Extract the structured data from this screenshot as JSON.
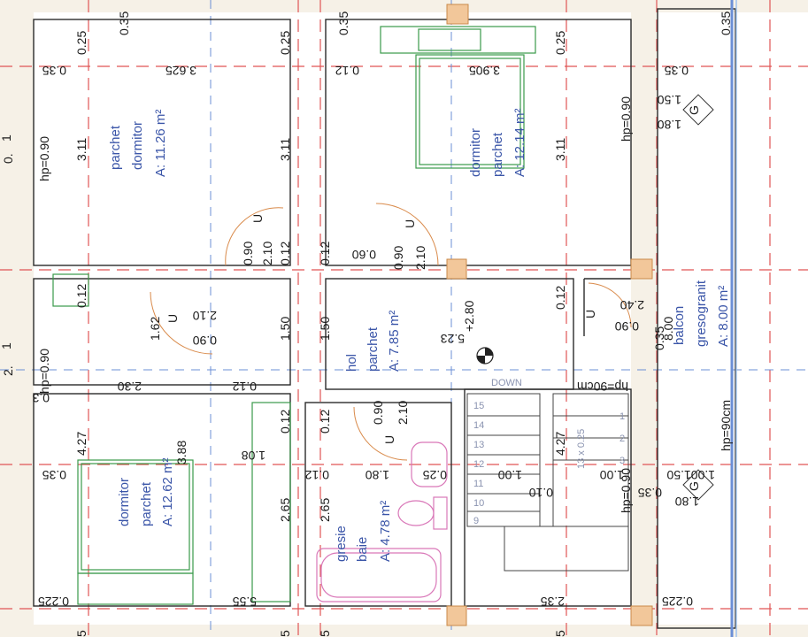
{
  "rooms": {
    "bedroom_top_left": {
      "floor": "parchet",
      "name": "dormitor",
      "area": "A: 11.26 m²"
    },
    "bedroom_top_right": {
      "name": "dormitor",
      "floor": "parchet",
      "area": "A: 12.14 m²"
    },
    "hall": {
      "name": "hol",
      "floor": "parchet",
      "area": "A: 7.85 m²"
    },
    "bedroom_bottom": {
      "name": "dormitor",
      "floor": "parchet",
      "area": "A: 12.62 m²"
    },
    "bathroom": {
      "floor": "gresie",
      "name": "baie",
      "area": "A: 4.78 m²"
    },
    "balcony": {
      "name": "balcon",
      "floor": "gresogranit",
      "area": "A: 8.00 m²"
    }
  },
  "dims": {
    "d_035_a": "0.35",
    "d_035_b": "0.35",
    "d_035_c": "0.35",
    "d_025_a": "0.25",
    "d_025_b": "0.25",
    "d_025_c": "0.25",
    "d_035_top_left": "0.35",
    "d_362": "3.625",
    "d_012_top": "0.12",
    "d_390": "3.905",
    "d_035_top_right": "0.35",
    "d_150_top": "1.50",
    "d_180_top": "1.80",
    "hp_090_top_right": "hp=0.90",
    "g_top": "G",
    "hp_090_top_left": "hp=0.90",
    "d_311_a": "3.11",
    "d_311_b": "3.11",
    "d_311_c": "3.11",
    "d_1_left": "1",
    "d_0_left": "0.",
    "u_door1": "U",
    "d_090_door1": "0.90",
    "d_210_door1": "2.10",
    "d_012_door1": "0.12",
    "d_012_mid": "0.12",
    "d_060": "0.60",
    "u_door2": "U",
    "d_090_door2": "0.90",
    "d_210_door2": "2.10",
    "d_012_left": "0.12",
    "u_door3": "U",
    "d_210_door3": "2.10",
    "d_090_door3": "0.90",
    "d_162": "1.62",
    "d_150_a": "1.50",
    "d_150_b": "1.50",
    "d_280": "+2.80",
    "d_523": "5.23",
    "d_012_right": "0.12",
    "u_door4": "U",
    "d_240": "2.40",
    "d_800": "8.00",
    "d_090_bal": "0.90",
    "d_035_bal": "0.35",
    "hp_090_left2": "hp=0.90",
    "d_1_left2": "1",
    "d_2_left2": "2.",
    "d_03_left": "0.3",
    "d_230": "2.30",
    "d_012_hall": "0.12",
    "down": "DOWN",
    "hp_90cm_a": "hp=90cm",
    "hp_90cm_b": "hp=90cm",
    "d_090_door5": "0.90",
    "d_210_door5": "2.10",
    "u_door5": "U",
    "d_427_a": "4.27",
    "d_427_b": "4.27",
    "d_108": "1.08",
    "d_012_c": "0.12",
    "d_012_d": "0.12",
    "d_035_bottom_left": "0.35",
    "d_388": "3.88",
    "d_012_e": "0.12",
    "d_180_b": "1.80",
    "d_025_d": "0.25",
    "d_100_a": "1.00",
    "d_100_b": "1.00",
    "d_010": "0.10",
    "d_035_e": "0.35",
    "d_100_150": "1.001.50",
    "hp_090_b": "hp=0.90",
    "d_180_c": "1.80",
    "g_bottom": "G",
    "d_265_a": "2.65",
    "d_265_b": "2.65",
    "stair_note": "13 x 0.25",
    "d_025_bottom_left": "0.225",
    "d_555": "5.55",
    "d_235": "2.35",
    "d_022_bottom_right": "0.225",
    "steps": [
      "15",
      "14",
      "13",
      "12",
      "11",
      "10",
      "9",
      "1",
      "2",
      "3"
    ],
    "edge_5_a": "5",
    "edge_5_b": "5",
    "edge_5_c": "5",
    "edge_5_d": "5"
  },
  "colors": {
    "wall": "#2a2a2a",
    "grid_red": "#e05555",
    "grid_blue": "#6b8fd6",
    "room_text": "#3a55a8",
    "furniture": "#3a9a4a",
    "sanitary": "#d977b8",
    "column": "#f2c79a"
  }
}
